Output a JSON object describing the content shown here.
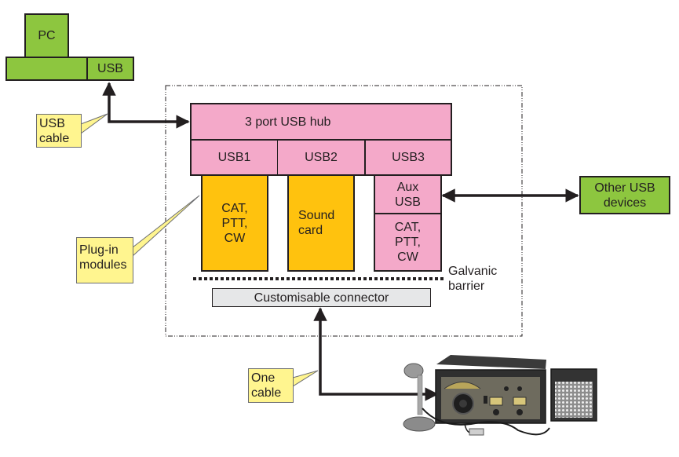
{
  "pc": {
    "label": "PC",
    "usb_port": "USB"
  },
  "callouts": {
    "usb_cable": [
      "USB",
      "cable"
    ],
    "plugin_modules": [
      "Plug-in",
      "modules"
    ],
    "one_cable": [
      "One",
      "cable"
    ]
  },
  "interface_unit": {
    "hub": {
      "title": "3 port USB hub",
      "ports": [
        "USB1",
        "USB2",
        "USB3"
      ]
    },
    "modules": {
      "cat1": [
        "CAT,",
        "PTT,",
        "CW"
      ],
      "sound": [
        "Sound",
        "card"
      ],
      "aux_usb": [
        "Aux",
        "USB"
      ],
      "cat2": [
        "CAT,",
        "PTT,",
        "CW"
      ]
    },
    "barrier": [
      "Galvanic",
      "barrier"
    ],
    "connector": "Customisable connector"
  },
  "other_devices": [
    "Other USB",
    "devices"
  ],
  "radio": {
    "icon": "radio-transceiver-icon"
  },
  "colors": {
    "green": "#8dc63f",
    "pink": "#f4a9c9",
    "orange": "#ffc20e",
    "callout_yellow": "#fff58f",
    "connector_grey": "#e6e7e8"
  }
}
